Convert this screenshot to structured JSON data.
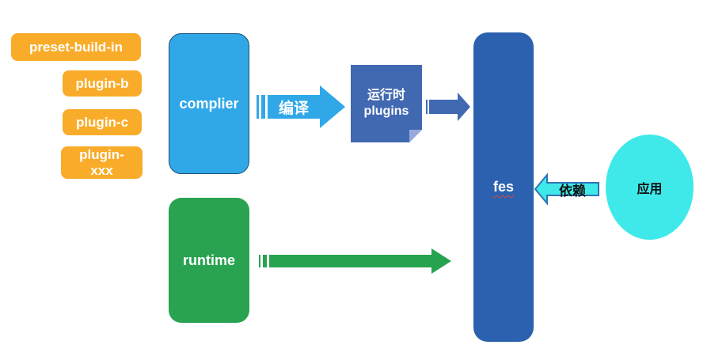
{
  "badges": [
    {
      "label": "preset-build-in"
    },
    {
      "label": "plugin-b"
    },
    {
      "label": "plugin-c"
    },
    {
      "label": "plugin-\nxxx"
    }
  ],
  "nodes": {
    "complier": {
      "label": "complier"
    },
    "runtime": {
      "label": "runtime"
    },
    "runtime_plugins": {
      "label": "运行时\nplugins"
    },
    "fes": {
      "label": "fes"
    },
    "app": {
      "label": "应用"
    }
  },
  "arrows": {
    "compile": {
      "label": "编译"
    },
    "depend": {
      "label": "依赖"
    }
  },
  "colors": {
    "badge_orange": "#F9AC29",
    "light_blue": "#30A8E8",
    "complier_border": "#1D4F76",
    "note_blue": "#4169B2",
    "note_fold": "#96ABDC",
    "fes_blue": "#2B61AE",
    "green": "#27A350",
    "cyan": "#3FE9EA",
    "cyan_border": "#2E75B6",
    "squiggle_red": "#E0493B",
    "text_white": "#FFFFFF",
    "text_black": "#121212",
    "background": "#FFFFFF"
  }
}
